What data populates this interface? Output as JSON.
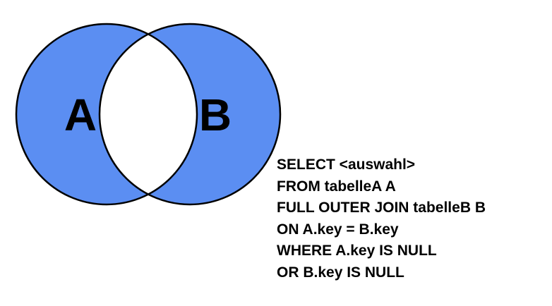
{
  "diagram": {
    "type": "venn",
    "sets": [
      {
        "label": "A"
      },
      {
        "label": "B"
      }
    ],
    "highlighted_regions": [
      "A only",
      "B only"
    ],
    "colors": {
      "fill": "#5b8ef2",
      "intersection": "#ffffff",
      "stroke": "#000000",
      "label": "#000000"
    }
  },
  "sql": {
    "lines": [
      "SELECT <auswahl>",
      "FROM tabelleA A",
      "FULL OUTER JOIN tabelleB B",
      "ON A.key = B.key",
      "WHERE A.key IS NULL",
      "OR B.key IS NULL"
    ]
  }
}
